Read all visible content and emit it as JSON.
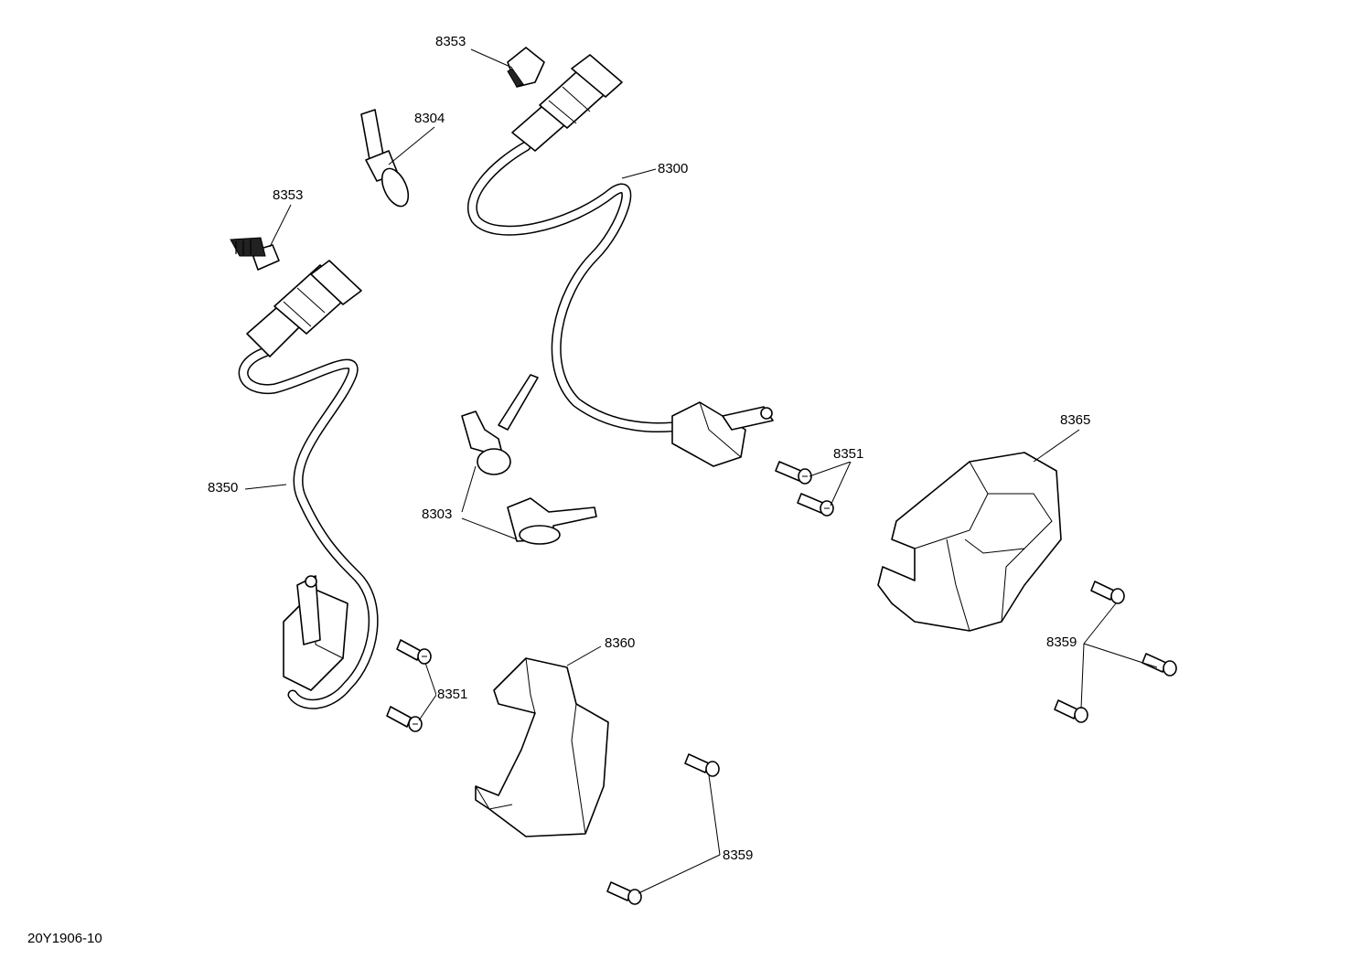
{
  "drawing_id": "20Y1906-10",
  "callouts": {
    "c8353_top": "8353",
    "c8304": "8304",
    "c8300": "8300",
    "c8353_left": "8353",
    "c8350": "8350",
    "c8303": "8303",
    "c8351_right": "8351",
    "c8365": "8365",
    "c8359_right": "8359",
    "c8360": "8360",
    "c8351_left": "8351",
    "c8359_bottom": "8359"
  }
}
